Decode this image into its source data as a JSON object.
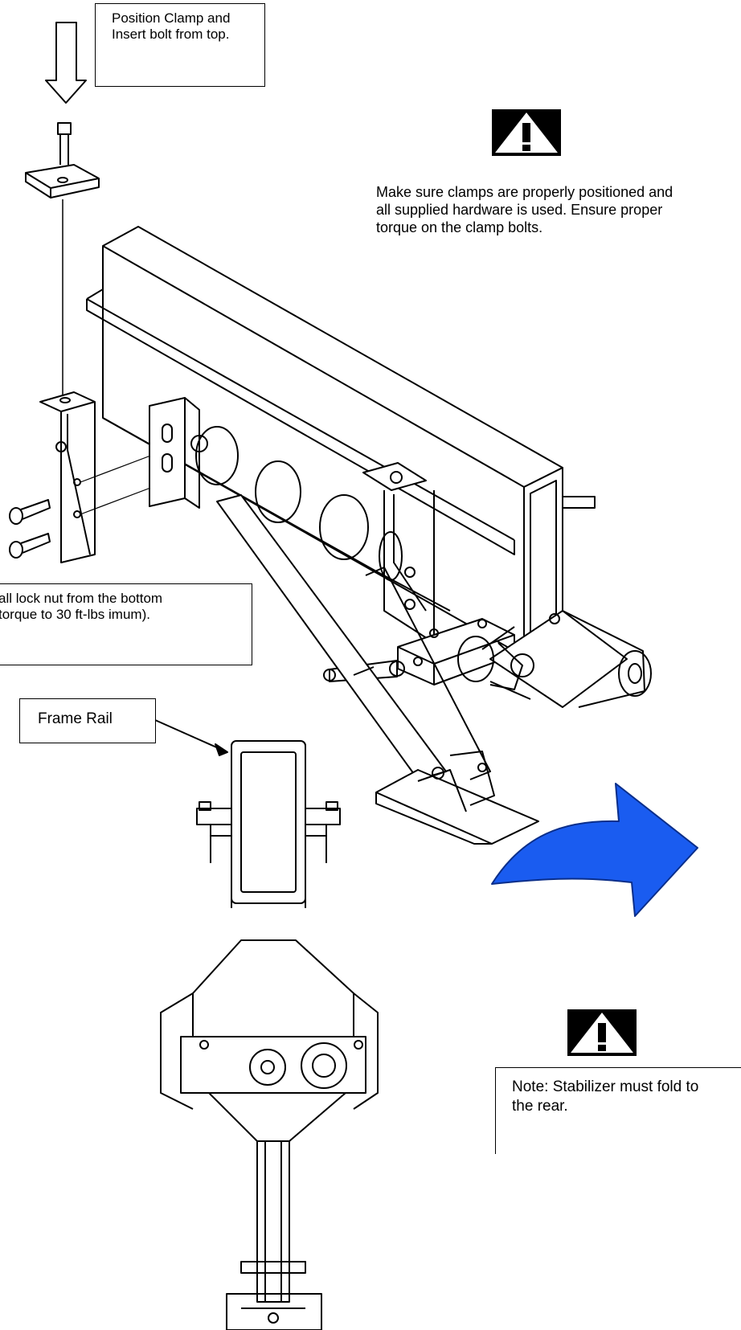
{
  "callouts": {
    "clamp": "Position Clamp and Insert bolt from top.",
    "locknut": "all lock nut from the bottom torque to 30 ft-lbs imum).",
    "frame_rail": "Frame Rail",
    "stabilizer": "Note: Stabilizer must fold to the rear."
  },
  "warnings": {
    "top": "Make sure clamps are properly positioned and all supplied hardware is used.  Ensure proper torque on the clamp bolts.",
    "top_icon": "warning-triangle-icon",
    "bottom_icon": "warning-triangle-icon"
  },
  "colors": {
    "arrow_fill": "#1a5cf0",
    "line": "#000000"
  }
}
